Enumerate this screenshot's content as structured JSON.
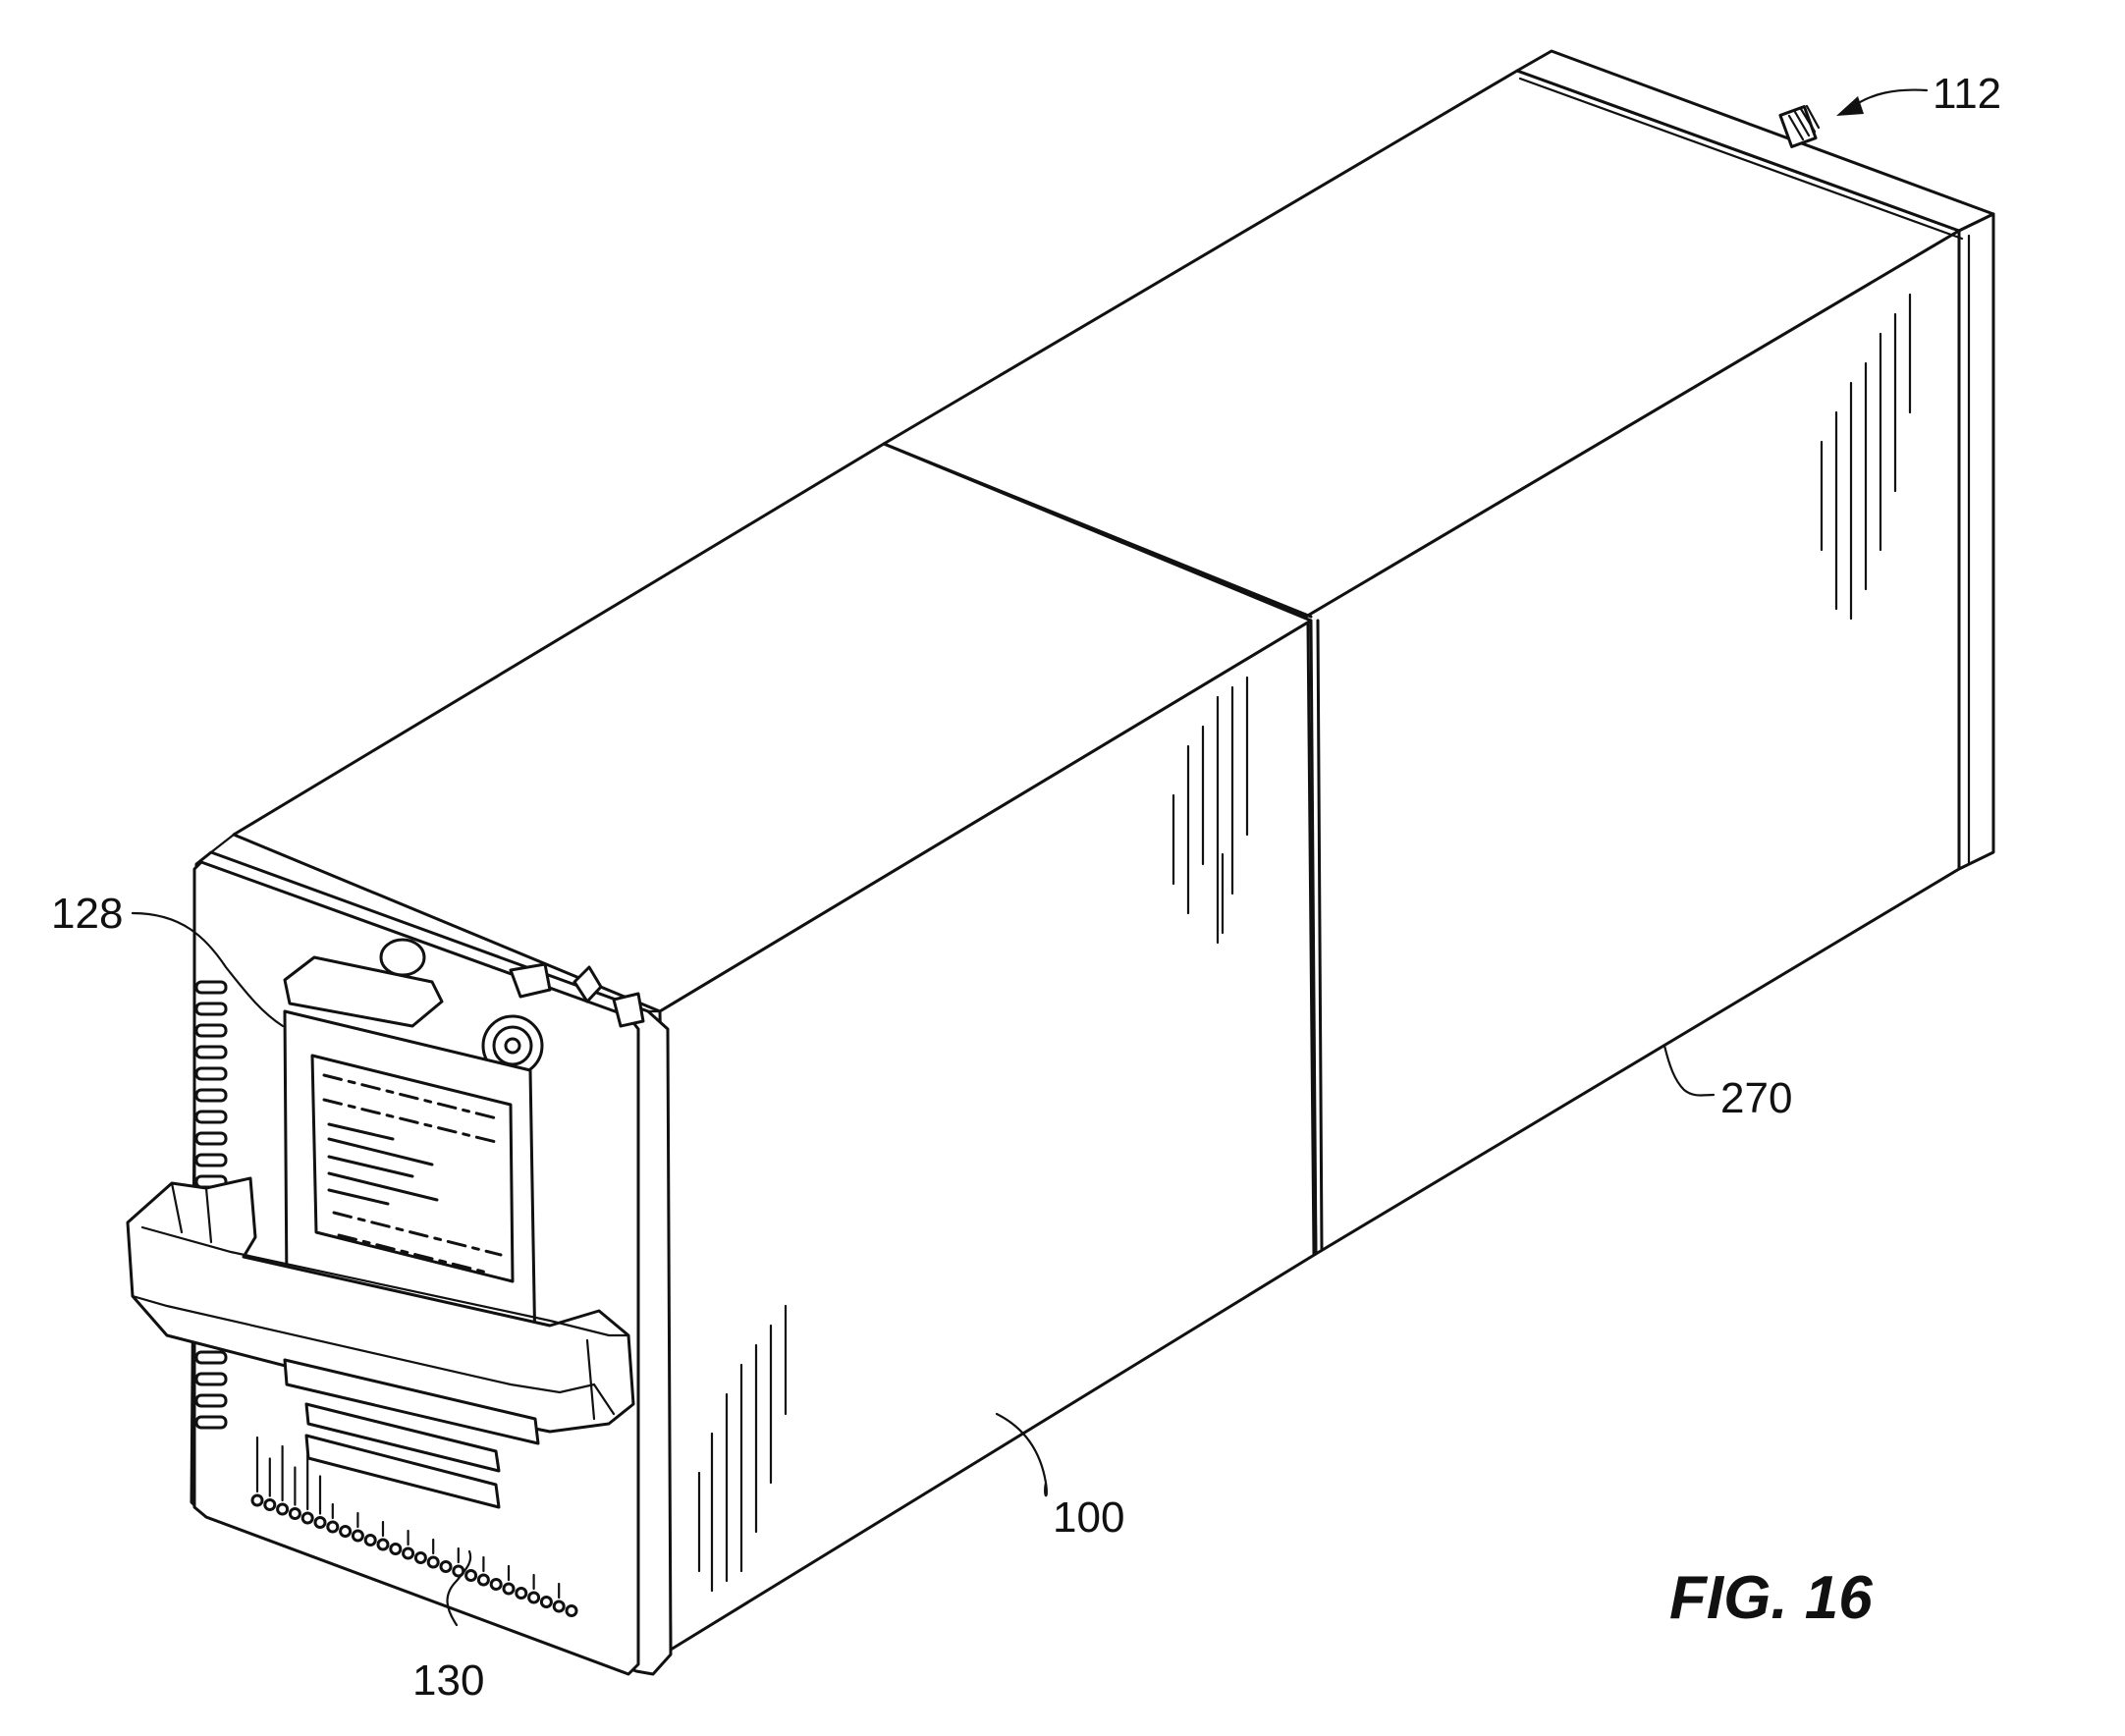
{
  "figure": {
    "title": "FIG. 16"
  },
  "reference_numerals": {
    "n100": "100",
    "n112": "112",
    "n128": "128",
    "n130": "130",
    "n270": "270"
  },
  "colors": {
    "ink": "#111111",
    "paper": "#ffffff"
  }
}
